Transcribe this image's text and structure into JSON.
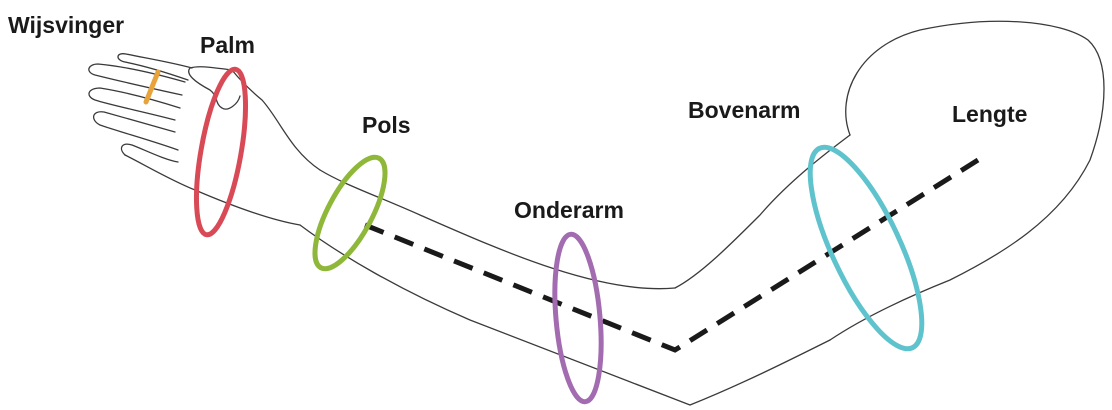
{
  "labels": {
    "finger": "Wijsvinger",
    "palm": "Palm",
    "wrist": "Pols",
    "forearm": "Onderarm",
    "upper_arm": "Bovenarm",
    "length": "Lengte"
  },
  "colors": {
    "finger": "#e8a33a",
    "palm": "#d94a57",
    "wrist": "#8fb83a",
    "forearm": "#a36bb0",
    "upper_arm": "#5ec3cc",
    "length": "#1a1a1a",
    "outline": "#3a3a3a"
  }
}
